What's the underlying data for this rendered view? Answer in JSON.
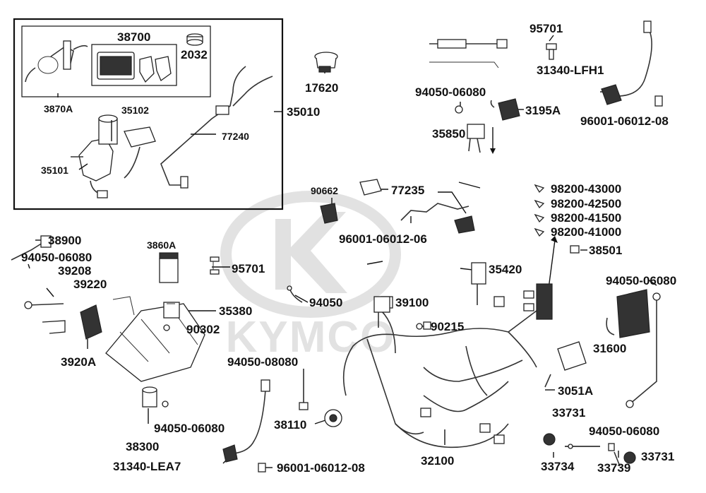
{
  "watermark": {
    "brand": "KYMCO"
  },
  "labels": {
    "p38700": "38700",
    "p2032": "2032",
    "p3870A": "3870A",
    "p35102": "35102",
    "p35101": "35101",
    "p77240": "77240",
    "p35010": "35010",
    "p17620": "17620",
    "p95701_top": "95701",
    "p31340_LFH1": "31340-LFH1",
    "p94050_06080_top": "94050-06080",
    "p3195A": "3195A",
    "p35850": "35850",
    "p96001_06012_08_top": "96001-06012-08",
    "p90662": "90662",
    "p77235": "77235",
    "p98200_43000": "98200-43000",
    "p98200_42500": "98200-42500",
    "p98200_41500": "98200-41500",
    "p98200_41000": "98200-41000",
    "p96001_06012_06": "96001-06012-06",
    "p38501": "38501",
    "p38900": "38900",
    "p94050_06080_left": "94050-06080",
    "p39208": "39208",
    "p39220": "39220",
    "p3860A": "3860A",
    "p95701_mid": "95701",
    "p35420": "35420",
    "p94050_06080_right": "94050-06080",
    "p94050": "94050",
    "p39100": "39100",
    "p35380": "35380",
    "p90302": "90302",
    "p90215": "90215",
    "p31600": "31600",
    "p3920A": "3920A",
    "p94050_08080": "94050-08080",
    "p3051A": "3051A",
    "p94050_06080_bl": "94050-06080",
    "p38110": "38110",
    "p33731_a": "33731",
    "p94050_06080_br": "94050-06080",
    "p38300": "38300",
    "p32100": "32100",
    "p31340_LEA7": "31340-LEA7",
    "p96001_06012_08_bottom": "96001-06012-08",
    "p33734": "33734",
    "p33739": "33739",
    "p33731_b": "33731"
  }
}
